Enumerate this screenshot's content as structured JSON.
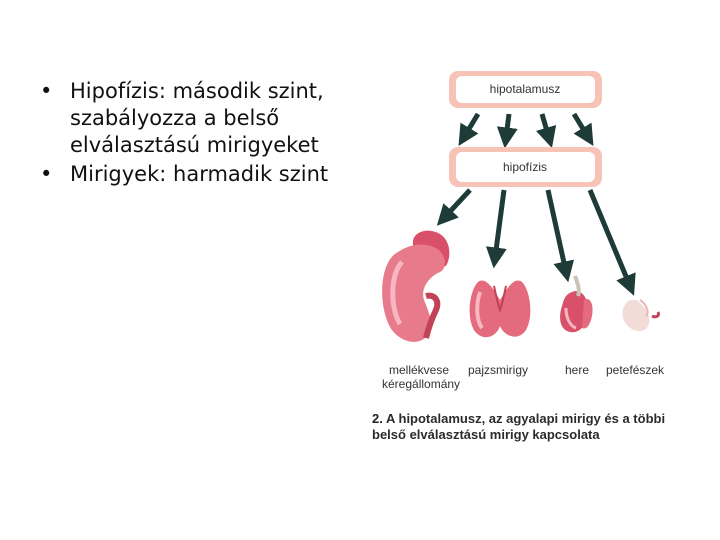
{
  "bullets": [
    "Hipofízis: második szint, szabályozza a belső elválasztású mirigyeket",
    "Mirigyek: harmadik szint"
  ],
  "diagram": {
    "top_box": "hipotalamusz",
    "middle_box": "hipofízis",
    "organs": [
      {
        "label": "mellékvese kéregállomány",
        "icon": "adrenal-gland-icon"
      },
      {
        "label": "pajzsmirigy",
        "icon": "thyroid-icon"
      },
      {
        "label": "here",
        "icon": "testis-icon"
      },
      {
        "label": "petefészek",
        "icon": "ovary-icon"
      }
    ],
    "caption_number": "2.",
    "caption_text": "A hipotalamusz, az agyalapi mirigy és a többi belső elválasztású mirigy kapcsolata",
    "colors": {
      "box_border": "#ec9a88",
      "arrow": "#1e3b38",
      "organ_fill": "#e46a7d",
      "organ_dark": "#c24257"
    }
  }
}
